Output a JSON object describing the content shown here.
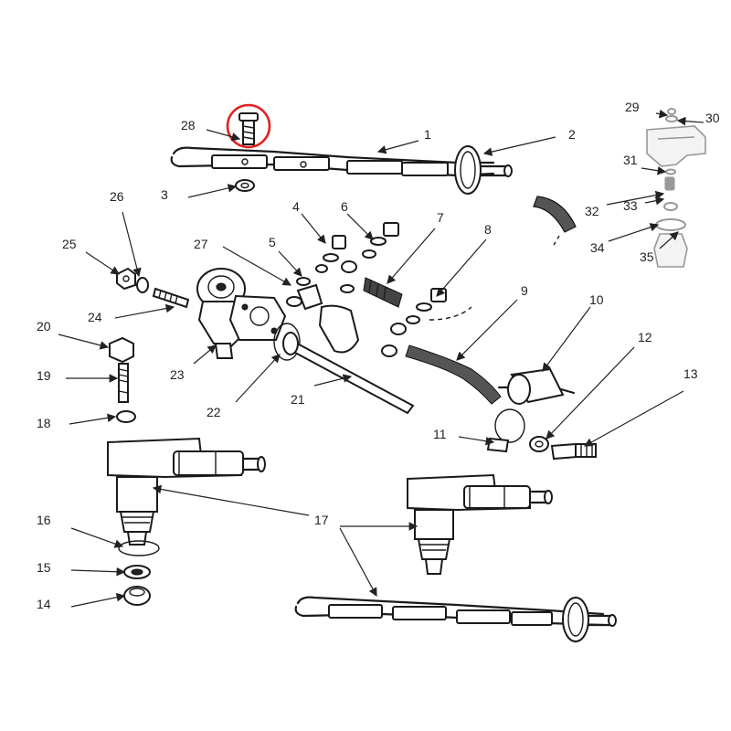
{
  "labels": [
    "1",
    "2",
    "3",
    "4",
    "5",
    "6",
    "7",
    "8",
    "9",
    "10",
    "11",
    "12",
    "13",
    "14",
    "15",
    "16",
    "17",
    "18",
    "19",
    "20",
    "21",
    "22",
    "23",
    "24",
    "25",
    "26",
    "27",
    "28",
    "29",
    "30",
    "31",
    "32",
    "33",
    "34",
    "35"
  ],
  "highlight": {
    "color": "#e02020"
  },
  "colors": {
    "ink": "#1a1a1a",
    "highlight": "#e02020"
  }
}
